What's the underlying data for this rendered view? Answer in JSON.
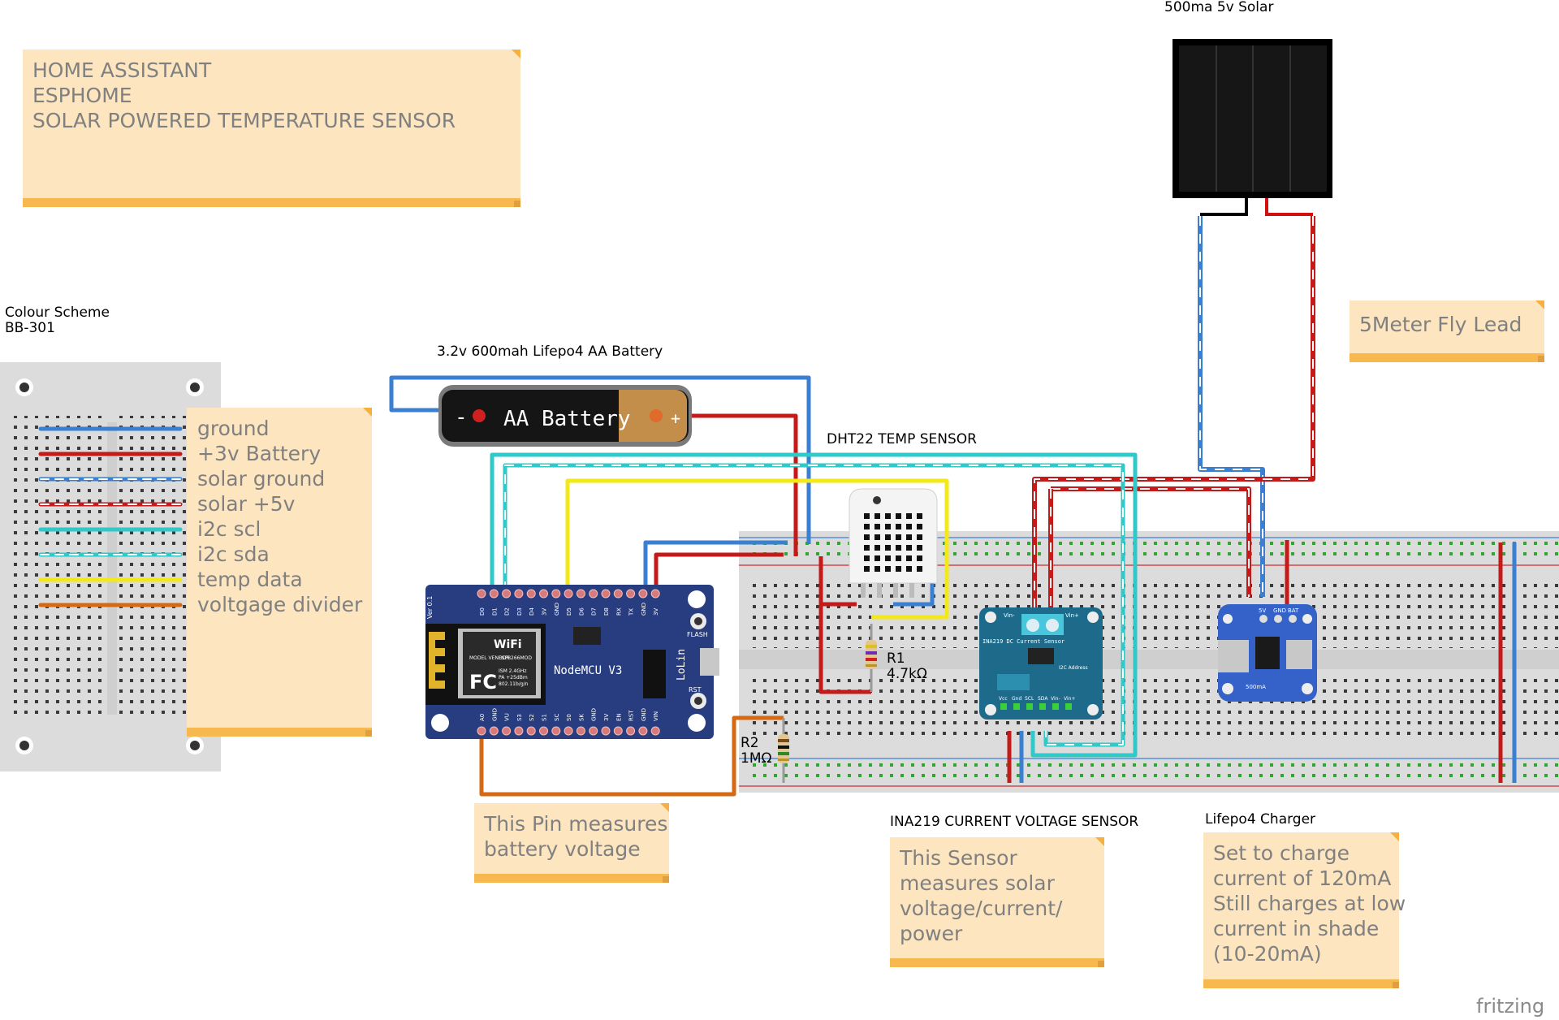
{
  "notes": {
    "title_lines": [
      "HOME ASSISTANT",
      "ESPHOME",
      "SOLAR POWERED TEMPERATURE SENSOR"
    ],
    "legend_lines": [
      "ground",
      "+3v Battery",
      "solar ground",
      "solar +5v",
      "i2c scl",
      "i2c sda",
      "temp data",
      "voltgage divider"
    ],
    "fly_lead": "5Meter Fly Lead",
    "pin_note_lines": [
      "This Pin measures",
      "battery voltage"
    ],
    "sensor_note_lines": [
      "This Sensor",
      "measures solar",
      "voltage/current/",
      "power"
    ],
    "charger_note_lines": [
      "Set to charge",
      "current of 120mA",
      "Still charges at low",
      "current in shade",
      "(10-20mA)"
    ]
  },
  "labels": {
    "solar": "500ma 5v Solar",
    "colour_scheme_1": "Colour Scheme",
    "colour_scheme_2": "BB-301",
    "battery_caption": "3.2v 600mah Lifepo4 AA Battery",
    "dht22": "DHT22 TEMP SENSOR",
    "ina219": "INA219 CURRENT VOLTAGE SENSOR",
    "charger": "Lifepo4 Charger",
    "r1_name": "R1",
    "r1_value": "4.7kΩ",
    "r2_name": "R2",
    "r2_value": "1MΩ",
    "battery_body": "AA Battery",
    "battery_minus": "-",
    "battery_plus": "+",
    "nodemcu": "NodeMCU V3",
    "lolin": "LoLin",
    "flash": "FLASH",
    "rst": "RST",
    "wifi": "WiFi",
    "fc": "FC",
    "ver": "Ver 0.1",
    "esp_model": "ESP8266MOD",
    "esp_vendor": "MODEL VENDOR",
    "esp_ism": "ISM 2.4GHz",
    "esp_pa": "PA +25dBm",
    "esp_proto": "802.11b/g/n",
    "ina_title": "INA219 DC Current Sensor",
    "ina_i2c": "I2C Address",
    "ina_vin_minus": "Vin-",
    "ina_vin_plus": "Vin+",
    "ina_pins": [
      "Vcc",
      "Gnd",
      "SCL",
      "SDA",
      "Vin-",
      "Vin+"
    ],
    "charger_pins": [
      "5V",
      "GND",
      "BAT"
    ],
    "charger_rating": "500mA",
    "fritzing": "fritzing"
  },
  "pins": {
    "top": [
      "D0",
      "D1",
      "D2",
      "D3",
      "D4",
      "3V",
      "GND",
      "D5",
      "D6",
      "D7",
      "D8",
      "RX",
      "TX",
      "GND",
      "3V"
    ],
    "bottom": [
      "A0",
      "GND",
      "VU",
      "S3",
      "S2",
      "S1",
      "SC",
      "S0",
      "SK",
      "GND",
      "3V",
      "EN",
      "RST",
      "GND",
      "VIN"
    ]
  },
  "wire_colors": {
    "ground": "#3a7fd0",
    "battery": "#c41a1a",
    "solar_ground": "#3a7fd0",
    "solar_5v": "#c41a1a",
    "i2c_scl": "#2fc9c9",
    "i2c_sda": "#2fc9c9",
    "temp_data": "#f2e81a",
    "divider": "#d66a14"
  }
}
